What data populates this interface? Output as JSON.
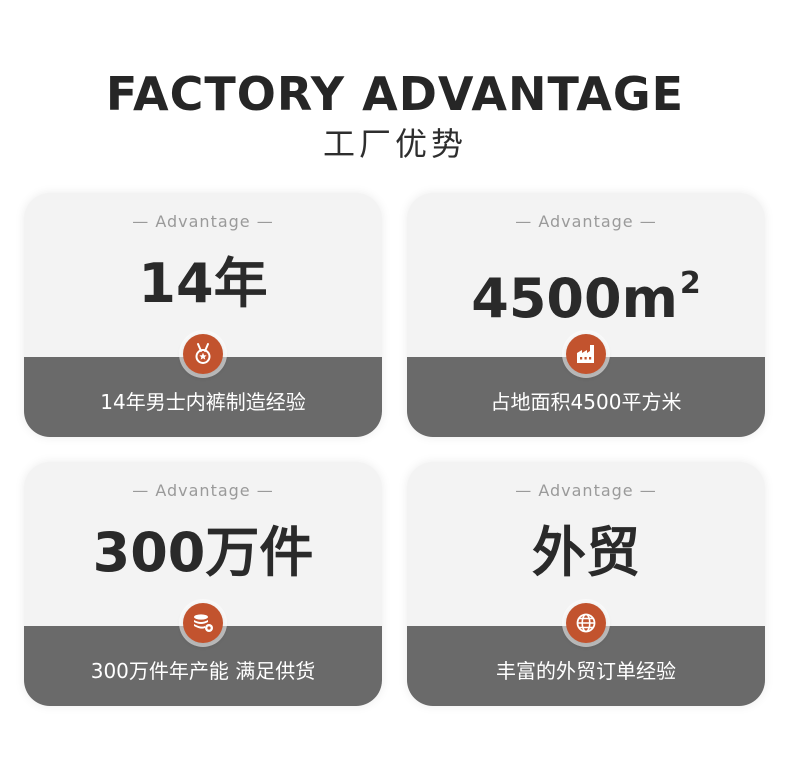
{
  "header": {
    "title": "FACTORY ADVANTAGE",
    "subtitle": "工厂优势"
  },
  "colors": {
    "accent": "#c2532e",
    "band": "#6a6a6a",
    "card_bg": "#f3f3f3"
  },
  "cards": [
    {
      "tag": "— Advantage —",
      "value": "14年",
      "icon": "medal-icon",
      "description": "14年男士内裤制造经验"
    },
    {
      "tag": "— Advantage —",
      "value": "4500m",
      "value_sup": "2",
      "icon": "factory-icon",
      "description": "占地面积4500平方米"
    },
    {
      "tag": "— Advantage —",
      "value": "300万件",
      "icon": "database-gear-icon",
      "description": "300万件年产能 满足供货"
    },
    {
      "tag": "— Advantage —",
      "value": "外贸",
      "icon": "globe-icon",
      "description": "丰富的外贸订单经验"
    }
  ]
}
